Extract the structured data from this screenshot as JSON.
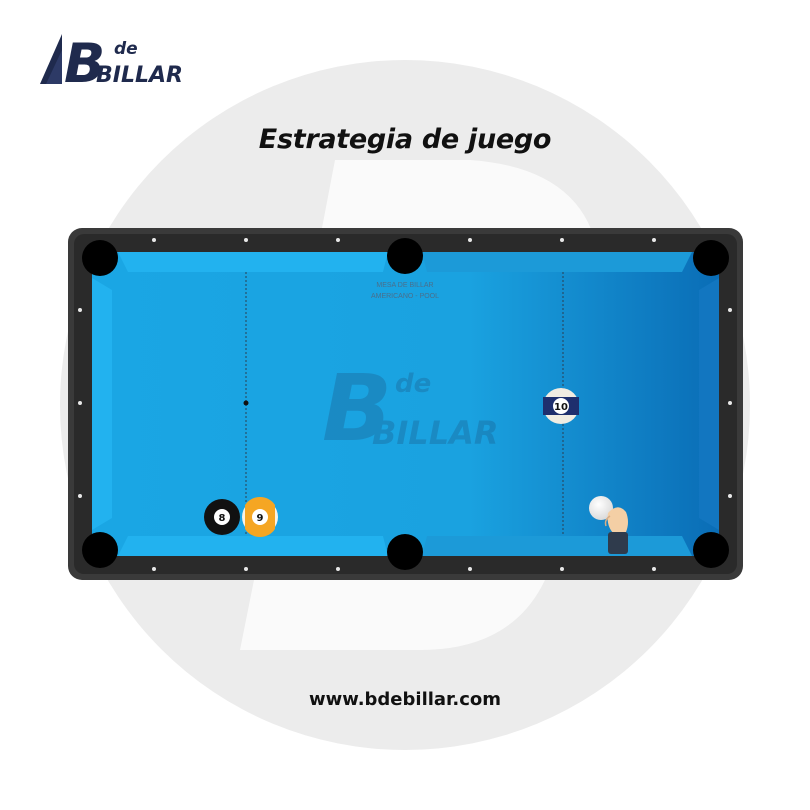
{
  "brand": {
    "logo_top": "de",
    "logo_main": "BILLAR",
    "logo_letter": "B"
  },
  "title": "Estrategia de juego",
  "website": "www.bdebillar.com",
  "table": {
    "felt_label_line1": "MESA DE BILLAR",
    "felt_label_line2": "AMERICANO - POOL",
    "watermark_letter": "B",
    "watermark_top": "de",
    "watermark_main": "BILLAR"
  },
  "balls": [
    {
      "number": "8",
      "color": "#111111"
    },
    {
      "number": "9",
      "color": "#f5a623"
    },
    {
      "number": "10",
      "color": "#1e2f6e"
    }
  ],
  "colors": {
    "felt": "#1aa3e0",
    "felt_dark": "#0b6fb8",
    "rail": "#3a3a3a",
    "background_circle": "#ececec"
  }
}
